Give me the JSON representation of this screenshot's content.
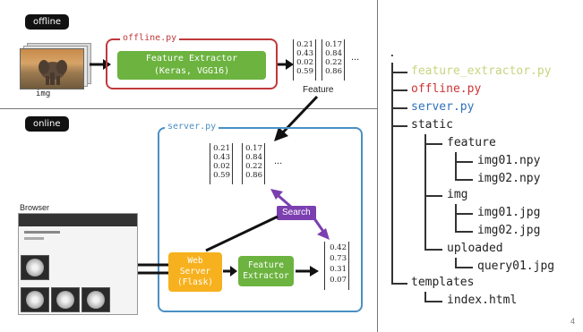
{
  "colors": {
    "offline_box": "#c0393b",
    "server_box": "#4a8fc4",
    "feature_green": "#6cb33f",
    "web_server_orange": "#f7b11e",
    "search_purple": "#7b3fb0",
    "tree_extractor": "#c5d67f",
    "tree_offline": "#cc3333",
    "tree_server": "#2f72b8",
    "divider": "#666666"
  },
  "offline": {
    "tag": "offline",
    "box_label": "offline.py",
    "extractor": {
      "line1": "Feature Extractor",
      "line2": "(Keras, VGG16)"
    },
    "img_label": "img",
    "vector_a": [
      "0.21",
      "0.43",
      "0.02",
      "0.59"
    ],
    "vector_b": [
      "0.17",
      "0.84",
      "0.22",
      "0.86"
    ],
    "ellipsis": "...",
    "feature_label": "Feature"
  },
  "online": {
    "tag": "online",
    "box_label": "server.py",
    "vector_a": [
      "0.21",
      "0.43",
      "0.02",
      "0.59"
    ],
    "vector_b": [
      "0.17",
      "0.84",
      "0.22",
      "0.86"
    ],
    "ellipsis": "...",
    "search_label": "Search",
    "web_server": {
      "line1": "Web",
      "line2": "Server",
      "line3": "(Flask)"
    },
    "extractor": {
      "line1": "Feature",
      "line2": "Extractor"
    },
    "query_vector": [
      "0.42",
      "0.73",
      "0.31",
      "0.07"
    ],
    "browser_label": "Browser"
  },
  "tree": {
    "root": ".",
    "feature_extractor": "feature_extractor.py",
    "offline": "offline.py",
    "server": "server.py",
    "static": "static",
    "feature": "feature",
    "img01_npy": "img01.npy",
    "img02_npy": "img02.npy",
    "img": "img",
    "img01_jpg": "img01.jpg",
    "img02_jpg": "img02.jpg",
    "uploaded": "uploaded",
    "query01": "query01.jpg",
    "templates": "templates",
    "index": "index.html"
  },
  "page_number": "4"
}
